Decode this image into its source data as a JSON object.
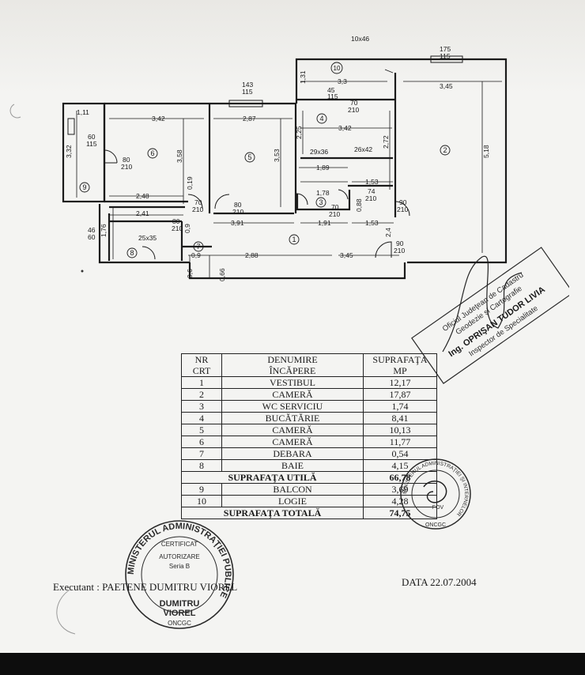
{
  "plan": {
    "rooms": [
      {
        "num": "1"
      },
      {
        "num": "2"
      },
      {
        "num": "3"
      },
      {
        "num": "4"
      },
      {
        "num": "5"
      },
      {
        "num": "6"
      },
      {
        "num": "7"
      },
      {
        "num": "8"
      },
      {
        "num": "9"
      },
      {
        "num": "10"
      }
    ],
    "dims": {
      "top_door": "10x46",
      "win_175": "175",
      "win_115a": "115",
      "win_143": "143",
      "win_115b": "115",
      "d_111": "1,11",
      "d_342a": "3,42",
      "d_287": "2,87",
      "d_131": "1,31",
      "d_33": "3,3",
      "d_345a": "3,45",
      "d_45": "45",
      "d_115c": "115",
      "d_70a": "70",
      "d_210a": "210",
      "d_342b": "3,42",
      "d_60": "60",
      "d_115d": "115",
      "d_332": "3,32",
      "d_80a": "80",
      "d_210b": "210",
      "d_358": "3,58",
      "d_353": "3,53",
      "d_225": "2,25",
      "d_272": "2,72",
      "d_518": "5,18",
      "d_29x36": "29x36",
      "d_26x42": "26x42",
      "d_189": "1,89",
      "d_019": "0,19",
      "d_248": "2,48",
      "d_153a": "1,53",
      "d_178": "1,78",
      "d_74": "74",
      "d_210c": "210",
      "d_70b": "70",
      "d_210d": "210",
      "d_80b": "80",
      "d_210e": "210",
      "d_70c": "70",
      "d_210f": "210",
      "d_088": "0,88",
      "d_90a": "90",
      "d_210g": "210",
      "d_241": "2,41",
      "d_391": "3,91",
      "d_191": "1,91",
      "d_153b": "1,53",
      "d_46": "46",
      "d_60b": "60",
      "d_176": "1,76",
      "d_80c": "80",
      "d_210h": "210",
      "d_09a": "0,9",
      "d_25x35": "25x35",
      "d_24": "2,4",
      "d_90b": "90",
      "d_210i": "210",
      "d_09b": "0,9",
      "d_288": "2,88",
      "d_345b": "3,45",
      "d_06a": "0,6",
      "d_066": "0,66"
    }
  },
  "table": {
    "headers": {
      "nr_line1": "NR",
      "nr_line2": "CRT",
      "den_line1": "DENUMIRE",
      "den_line2": "ÎNCĂPERE",
      "sup_line1": "SUPRAFAŢA",
      "sup_line2": "MP"
    },
    "rows": [
      {
        "nr": "1",
        "name": "VESTIBUL",
        "area": "12,17"
      },
      {
        "nr": "2",
        "name": "CAMERĂ",
        "area": "17,87"
      },
      {
        "nr": "3",
        "name": "WC SERVICIU",
        "area": "1,74"
      },
      {
        "nr": "4",
        "name": "BUCĂTĂRIE",
        "area": "8,41"
      },
      {
        "nr": "5",
        "name": "CAMERĂ",
        "area": "10,13"
      },
      {
        "nr": "6",
        "name": "CAMERĂ",
        "area": "11,77"
      },
      {
        "nr": "7",
        "name": "DEBARA",
        "area": "0,54"
      },
      {
        "nr": "8",
        "name": "BAIE",
        "area": "4,15"
      }
    ],
    "useful": {
      "label": "SUPRAFAŢA UTILĂ",
      "area": "66,78"
    },
    "extra_rows": [
      {
        "nr": "9",
        "name": "BALCON",
        "area": "3,69"
      },
      {
        "nr": "10",
        "name": "LOGIE",
        "area": "4,28"
      }
    ],
    "total": {
      "label": "SUPRAFAŢA TOTALĂ",
      "area": "74,75"
    }
  },
  "footer": {
    "executant": "Executant : PAETENE DUMITRU VIOREL",
    "date": "DATA 22.07.2004"
  },
  "stamps": {
    "rect_stamp": {
      "line1": "Oficiul Judeţean de Cadastru",
      "line2": "Geodezie şi Cartografie",
      "line3": "Ing. OPRIŞAN TUDOR LIVIA",
      "line4": "Inspector de Specialitate"
    },
    "round_stamp_left": {
      "ring": "MINISTERUL ADMINISTRAŢIEI PUBLICE",
      "line1": "CERTIFICAT",
      "line2": "AUTORIZARE",
      "line3": "Seria B",
      "line4": "DUMITRU",
      "line5": "VIOREL",
      "line6": "ONCGC"
    },
    "round_stamp_right": {
      "ring": "MINISTERUL ADMINISTRAŢIEI ŞI INTERNELOR",
      "line1": "FOV",
      "line2": "ONCGC"
    }
  },
  "colors": {
    "ink": "#1a1a1a",
    "paper": "#f4f4f2",
    "stamp": "#2a2a2a"
  }
}
